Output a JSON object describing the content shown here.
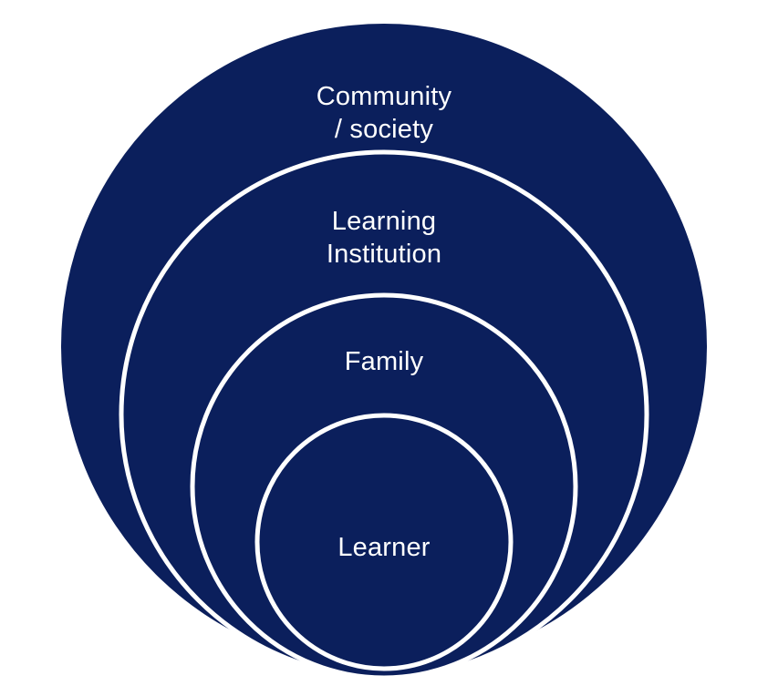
{
  "diagram": {
    "type": "nested-circles",
    "fill_color": "#0b1f5c",
    "stroke_color": "#ffffff",
    "background_color": "#ffffff",
    "layers": [
      {
        "id": "community",
        "lines": [
          "Community",
          "/ society"
        ]
      },
      {
        "id": "learning-institution",
        "lines": [
          "Learning",
          "Institution"
        ]
      },
      {
        "id": "family",
        "lines": [
          "Family"
        ]
      },
      {
        "id": "learner",
        "lines": [
          "Learner"
        ]
      }
    ]
  }
}
